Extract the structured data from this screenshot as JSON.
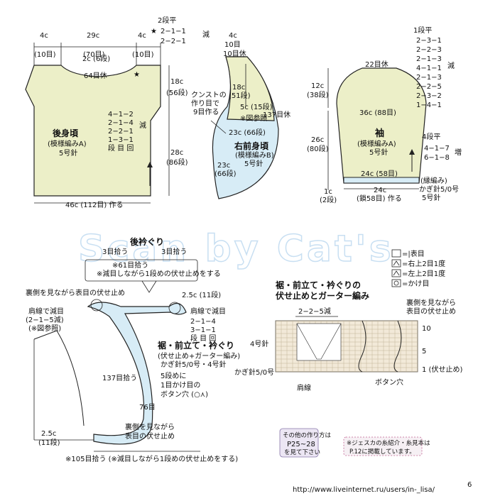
{
  "back": {
    "top_left_c": "4c",
    "top_left_r": "(10目)",
    "top_mid_c": "29c",
    "top_mid_r": "(70目)",
    "top_right_c": "4c",
    "top_right_r": "(10目)",
    "neck_dec_1": "2段平",
    "neck_dec_2": "2−1−1",
    "neck_dec_3": "2−2−1",
    "neck_dec_label": "減",
    "neck_depth": "2c (6段)",
    "neck_rest": "64目休",
    "armhole_h_c": "18c",
    "armhole_h_r": "(56段)",
    "body_h_c": "28c",
    "body_h_r": "(86段)",
    "dec_1": "4−1−2",
    "dec_2": "2−1−4",
    "dec_3": "2−2−1",
    "dec_4": "1−3−1",
    "dec_5": "段 目 回",
    "dec_label": "減",
    "title": "後身頃",
    "pattern": "(模様編みA)",
    "needle": "5号針",
    "bottom": "46c (112目) 作る"
  },
  "front": {
    "top_c": "4c",
    "top_r": "10目",
    "inner_h_c": "18c",
    "inner_h_r": "(51段)",
    "kusuto_1": "クンストの",
    "kusuto_2": "作り目で",
    "kusuto_3": "9目作る",
    "c5": "5c (15段)",
    "ref": "※図参照",
    "c23": "23c (66段)",
    "total": "137目休",
    "title": "右前身頃",
    "pattern": "(模様編みB)",
    "needle": "5号針",
    "low_c": "23c",
    "low_r": "(66段)"
  },
  "sleeve": {
    "dec_header": "1段平",
    "d1": "2−3−1",
    "d2": "2−2−3",
    "d3": "2−1−3",
    "d4": "4−1−1",
    "d5": "2−1−3",
    "d6": "2−2−5",
    "d7": "2−3−2",
    "d8": "1−4−1",
    "dec_label": "減",
    "top_rest": "22目休",
    "cap_c": "12c",
    "cap_r": "(38段)",
    "width": "36c (88目)",
    "title": "袖",
    "pattern": "(模様編みA)",
    "needle": "5号針",
    "len_c": "26c",
    "len_r": "(80段)",
    "inc_1": "4段平",
    "inc_2": "4−1−7",
    "inc_3": "6−1−8",
    "inc_label": "増",
    "cuff_w": "24c (58目)",
    "rib_1": "(縁編み)",
    "rib_2": "かぎ針5/0号",
    "rib_3": "5号針",
    "cuff_h_c": "1c",
    "cuff_h_r": "(2段)",
    "bottom": "24c",
    "bottom_2": "(鎖58目) 作る"
  },
  "collar": {
    "title": "後衿ぐり",
    "pick_l": "3目拾う",
    "pick_r": "3目拾う",
    "center": "※61目拾う",
    "note": "※減目しながら1段めの伏せ止めをする"
  },
  "edge": {
    "wrong_side": "裏側を見ながら表目の伏せ止め",
    "c25": "2.5c (11段)",
    "shoulder_l_1": "肩線で減目",
    "shoulder_l_2": "(2−1−5減)",
    "shoulder_l_3": "(※図参照)",
    "shoulder_r_1": "肩線で減目",
    "shoulder_r_2": "2−1−4",
    "shoulder_r_3": "3−1−1",
    "shoulder_r_4": "段 目 回",
    "title": "裾・前立て・衿ぐり",
    "sub": "(伏せ止め+ガーター編み)",
    "needle": "かぎ針5/0号・4号針",
    "pick137": "137目拾う",
    "btn_1": "5段めに",
    "btn_2": "1目かけ目の",
    "btn_3": "ボタン穴 (○⋏)",
    "n76": "76目",
    "c25b": "2.5c",
    "c25b_r": "(11段)",
    "wrong_side2a": "裏側を見ながら",
    "wrong_side2b": "表目の伏せ止め",
    "bottom_note": "※105目拾う (※減目しながら1段めの伏せ止めをする)"
  },
  "legend": {
    "k": "=|表目",
    "r2": "=右上2目1度",
    "l2": "=左上2目1度",
    "yo": "=かけ目"
  },
  "chart": {
    "title_1": "裾・前立て・衿ぐりの",
    "title_2": "伏せ止めとガーター編み",
    "dec": "2−2−5減",
    "row_needle": "4号針",
    "hook": "かぎ針5/0号",
    "shoulder": "肩線",
    "button": "ボタン穴",
    "wrong_1": "裏側を見ながら",
    "wrong_2": "表目の伏せ止め",
    "r10": "10",
    "r5": "5",
    "r1": "1 (伏せ止め)"
  },
  "footer": {
    "box_1": "その他の作り方は",
    "box_2": "P25~28",
    "box_3": "を見て下さい",
    "note_1": "※ジェスカの糸紹介・糸見本は",
    "note_2": "P.12に掲載しています。",
    "page": "6",
    "url": "http://www.liveinternet.ru/users/in-_lisa/",
    "watermark": "Scan by Cat's"
  }
}
